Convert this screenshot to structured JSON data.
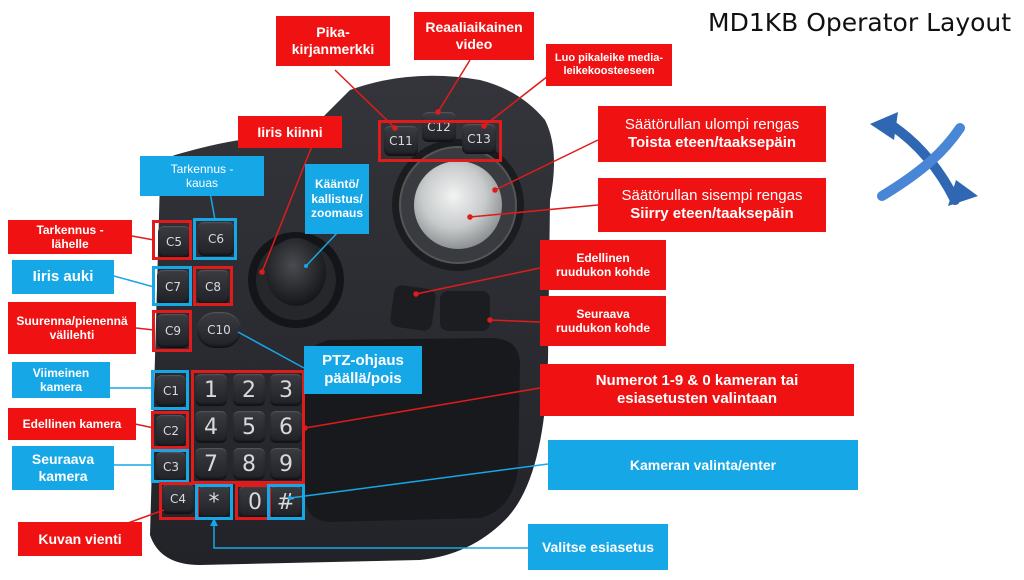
{
  "title": "MD1KB Operator Layout",
  "colors": {
    "red": "#f01212",
    "blue": "#16a7e6",
    "body": "#2b2c31"
  },
  "icons": {
    "flow_arrows": "bidirectional-swoosh-arrows-icon"
  },
  "labels": {
    "pika_kirjanmerkki": {
      "line1": "Pika-",
      "line2": "kirjanmerkki"
    },
    "reaaliaikainen": {
      "line1": "Reaaliaikainen",
      "line2": "video"
    },
    "luo_pikaleike": {
      "line1": "Luo pikaleike media-",
      "line2": "leikekoosteeseen"
    },
    "iiris_kiinni": "Iiris kiinni",
    "tarkennus_kauas": {
      "line1": "Tarkennus -",
      "line2": "kauas"
    },
    "kaanto": {
      "line1": "Kääntö/",
      "line2": "kallistus/",
      "line3": "zoomaus"
    },
    "ulompi": {
      "line1": "Säätörullan ulompi rengas",
      "line2": "Toista eteen/taaksepäin"
    },
    "sisempi": {
      "line1": "Säätörullan sisempi rengas",
      "line2": "Siirry eteen/taaksepäin"
    },
    "tarkennus_lahelle": {
      "line1": "Tarkennus -",
      "line2": "lähelle"
    },
    "iiris_auki": "Iiris auki",
    "edellinen_ruudukon": {
      "line1": "Edellinen",
      "line2": "ruudukon kohde"
    },
    "seuraava_ruudukon": {
      "line1": "Seuraava",
      "line2": "ruudukon kohde"
    },
    "suurenna": {
      "line1": "Suurenna/pienennä",
      "line2": "välilehti"
    },
    "ptz": {
      "line1": "PTZ-ohjaus",
      "line2": "päällä/pois"
    },
    "viimeinen": {
      "line1": "Viimeinen",
      "line2": "kamera"
    },
    "numerot": {
      "line1": "Numerot 1-9 & 0 kameran tai",
      "line2": "esiasetusten valintaan"
    },
    "edellinen_kamera": "Edellinen kamera",
    "seuraava_kamera": {
      "line1": "Seuraava",
      "line2": "kamera"
    },
    "kameran_valinta": "Kameran valinta/enter",
    "kuvan_vienti": "Kuvan vienti",
    "valitse_esiasetus": "Valitse esiasetus"
  },
  "keys": {
    "c1": "C1",
    "c2": "C2",
    "c3": "C3",
    "c4": "C4",
    "c5": "C5",
    "c6": "C6",
    "c7": "C7",
    "c8": "C8",
    "c9": "C9",
    "c10": "C10",
    "c11": "C11",
    "c12": "C12",
    "c13": "C13",
    "n1": "1",
    "n2": "2",
    "n3": "3",
    "n4": "4",
    "n5": "5",
    "n6": "6",
    "n7": "7",
    "n8": "8",
    "n9": "9",
    "n0": "0",
    "star": "*",
    "hash": "#"
  }
}
